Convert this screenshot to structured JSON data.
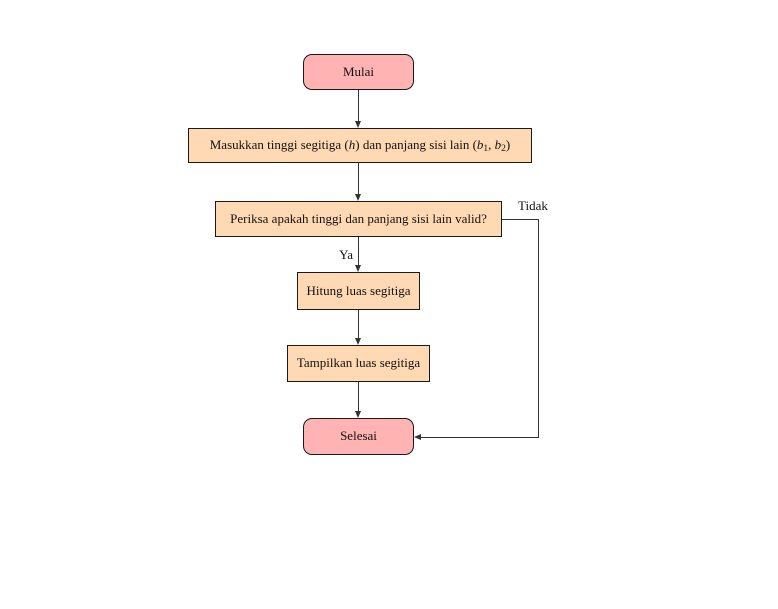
{
  "diagram": {
    "type": "flowchart",
    "nodes": {
      "start": {
        "label": "Mulai",
        "shape": "rounded-terminal"
      },
      "input": {
        "shape": "process",
        "pre": "Masukkan tinggi segitiga (",
        "var_h": "h",
        "mid": ") dan panjang sisi lain (",
        "var_b1": "b",
        "sub1": "1",
        "sep": ", ",
        "var_b2": "b",
        "sub2": "2",
        "post": ")"
      },
      "check": {
        "label": "Periksa apakah tinggi dan panjang sisi lain valid?",
        "shape": "process"
      },
      "compute": {
        "label": "Hitung luas segitiga",
        "shape": "process"
      },
      "display": {
        "label": "Tampilkan luas segitiga",
        "shape": "process"
      },
      "end": {
        "label": "Selesai",
        "shape": "rounded-terminal"
      }
    },
    "edges": {
      "start_to_input": {
        "from": "start",
        "to": "input"
      },
      "input_to_check": {
        "from": "input",
        "to": "check"
      },
      "check_to_compute": {
        "from": "check",
        "to": "compute",
        "label": "Ya"
      },
      "compute_to_display": {
        "from": "compute",
        "to": "display"
      },
      "display_to_end": {
        "from": "display",
        "to": "end"
      },
      "check_to_end": {
        "from": "check",
        "to": "end",
        "label": "Tidak"
      }
    },
    "labels": {
      "yes": "Ya",
      "no": "Tidak"
    },
    "colors": {
      "terminal_fill": "#ffb3b3",
      "process_fill": "#ffd9b3",
      "border": "#1a1a1a",
      "line": "#333333"
    }
  }
}
